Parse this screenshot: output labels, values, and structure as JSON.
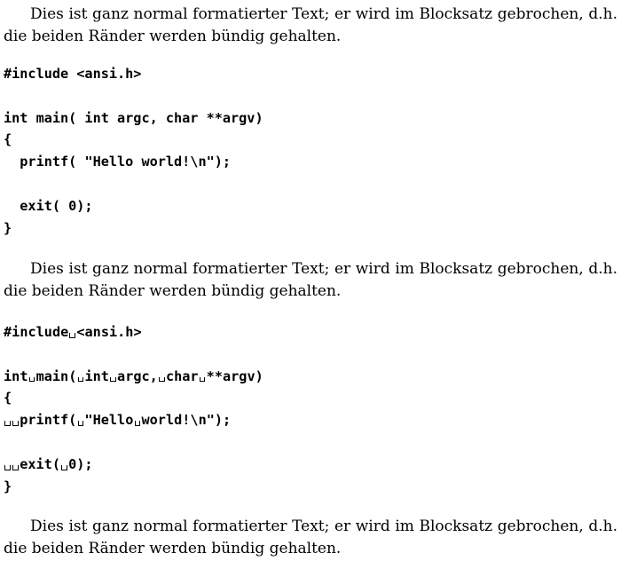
{
  "paragraph_text": "Dies ist ganz normal formatierter Text; er wird im Blocksatz gebrochen, d.h. die beiden Ränder werden bündig gehalten.",
  "code_lines": [
    "#include <ansi.h>",
    "",
    "int main( int argc, char **argv)",
    "{",
    "  printf( \"Hello world!\\n\");",
    "",
    "  exit( 0);",
    "}"
  ]
}
